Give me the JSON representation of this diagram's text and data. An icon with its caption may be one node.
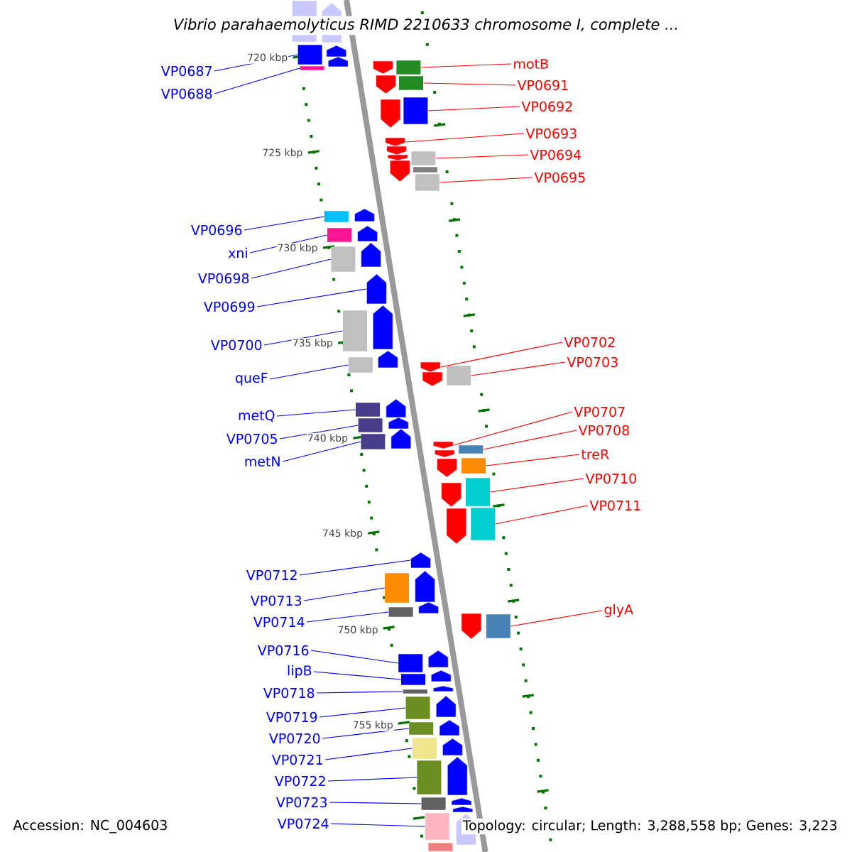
{
  "diagram": {
    "title": "Vibrio parahaemolyticus RIMD 2210633 chromosome I, complete ...",
    "nodes": [
      {
        "text": [
          "VP0687"
        ]
      },
      {
        "text": [
          "VP0688"
        ]
      },
      {
        "text": [
          "VP0696"
        ]
      },
      {
        "text": [
          "xni"
        ]
      },
      {
        "text": [
          "VP0698"
        ]
      },
      {
        "text": [
          "VP0699"
        ]
      },
      {
        "text": [
          "VP0700"
        ]
      },
      {
        "text": [
          "queF"
        ]
      },
      {
        "text": [
          "metQ"
        ]
      },
      {
        "text": [
          "VP0705"
        ]
      },
      {
        "text": [
          "metN"
        ]
      },
      {
        "text": [
          "VP0712"
        ]
      },
      {
        "text": [
          "VP0713"
        ]
      },
      {
        "text": [
          "VP0714"
        ]
      },
      {
        "text": [
          "VP0716"
        ]
      },
      {
        "text": [
          "lipB"
        ]
      },
      {
        "text": [
          "VP0718"
        ]
      },
      {
        "text": [
          "VP0719"
        ]
      },
      {
        "text": [
          "VP0720"
        ]
      },
      {
        "text": [
          "VP0721"
        ]
      },
      {
        "text": [
          "VP0722"
        ]
      },
      {
        "text": [
          "VP0723"
        ]
      },
      {
        "text": [
          "VP0724"
        ]
      },
      {
        "text": [
          "motB"
        ]
      },
      {
        "text": [
          "VP0691"
        ]
      },
      {
        "text": [
          "VP0692"
        ]
      },
      {
        "text": [
          "VP0693"
        ]
      },
      {
        "text": [
          "VP0694"
        ]
      },
      {
        "text": [
          "VP0695"
        ]
      },
      {
        "text": [
          "VP0702"
        ]
      },
      {
        "text": [
          "VP0703"
        ]
      },
      {
        "text": [
          "VP0707"
        ]
      },
      {
        "text": [
          "VP0708"
        ]
      },
      {
        "text": [
          "treR"
        ]
      },
      {
        "text": [
          "VP0710"
        ]
      },
      {
        "text": [
          "VP0711"
        ]
      },
      {
        "text": [
          "glyA"
        ]
      },
      {
        "text": [],
        "shape": "box"
      },
      {
        "text": [],
        "shape": "box"
      },
      {
        "text": [],
        "shape": "box"
      },
      {
        "text": [],
        "shape": "box"
      },
      {
        "text": [],
        "shape": "box"
      },
      {
        "text": [],
        "shape": "pentagon"
      },
      {
        "text": [],
        "shape": "box"
      },
      {
        "text": [],
        "shape": "box"
      },
      {
        "text": [],
        "shape": "box"
      },
      {
        "text": [],
        "shape": "box"
      },
      {
        "text": [],
        "shape": "box"
      },
      {
        "text": [],
        "shape": "pentagon"
      },
      {
        "text": [],
        "shape": "box"
      },
      {
        "text": [],
        "shape": "box"
      },
      {
        "text": [],
        "shape": "box"
      },
      {
        "text": [],
        "shape": "box"
      },
      {
        "text": [],
        "shape": "box"
      },
      {
        "text": [],
        "shape": "box"
      },
      {
        "text": [],
        "shape": "box"
      },
      {
        "text": [],
        "shape": "box"
      },
      {
        "text": [],
        "shape": "box"
      },
      {
        "text": [],
        "shape": "box"
      },
      {
        "text": [],
        "shape": "box"
      },
      {
        "text": [],
        "shape": "box"
      },
      {
        "text": [],
        "shape": "box"
      },
      {
        "text": [],
        "shape": "box"
      },
      {
        "text": [],
        "shape": "pentagon"
      },
      {
        "text": [],
        "shape": "box"
      },
      {
        "text": [],
        "shape": "box"
      },
      {
        "text": [],
        "shape": "pentagon"
      },
      {
        "text": [],
        "shape": "box"
      },
      {
        "text": [],
        "shape": "pentagon"
      },
      {
        "text": [],
        "shape": "box"
      },
      {
        "text": [],
        "shape": "box"
      },
      {
        "text": [],
        "shape": "box"
      },
      {
        "text": [],
        "shape": "box"
      },
      {
        "text": [],
        "shape": "box"
      },
      {
        "text": [],
        "shape": "box"
      },
      {
        "text": [],
        "shape": "pentagon"
      },
      {
        "text": [],
        "shape": "pentagon"
      },
      {
        "text": [],
        "shape": "pentagon"
      },
      {
        "text": [],
        "shape": "box"
      },
      {
        "text": [],
        "shape": "pentagon"
      },
      {
        "text": [],
        "shape": "pentagon"
      },
      {
        "text": [],
        "shape": "pentagon"
      },
      {
        "text": [],
        "shape": "pentagon"
      },
      {
        "text": [],
        "shape": "pentagon"
      },
      {
        "text": [],
        "shape": "pentagon"
      },
      {
        "text": [],
        "shape": "pentagon"
      },
      {
        "text": [],
        "shape": "pentagon"
      },
      {
        "text": [],
        "shape": "pentagon"
      },
      {
        "text": [],
        "shape": "pentagon"
      },
      {
        "text": [],
        "shape": "pentagon"
      },
      {
        "text": [],
        "shape": "pentagon"
      },
      {
        "text": [],
        "shape": "pentagon"
      },
      {
        "text": [],
        "shape": "pentagon"
      },
      {
        "text": [],
        "shape": "pentagon"
      },
      {
        "text": [],
        "shape": "pentagon"
      },
      {
        "text": [],
        "shape": "pentagon"
      },
      {
        "text": [],
        "shape": "pentagon"
      },
      {
        "text": [],
        "shape": "pentagon"
      },
      {
        "text": [],
        "shape": "pentagon"
      },
      {
        "text": [],
        "shape": "box"
      },
      {
        "text": [],
        "shape": "pentagon"
      },
      {
        "text": [],
        "shape": "pentagon"
      },
      {
        "text": [],
        "shape": "pentagon"
      },
      {
        "text": [],
        "shape": "pentagon"
      },
      {
        "text": [],
        "shape": "pentagon"
      },
      {
        "text": [],
        "shape": "pentagon"
      },
      {
        "text": [],
        "shape": "pentagon"
      },
      {
        "text": [],
        "shape": "pentagon"
      },
      {
        "text": [],
        "shape": "pentagon"
      },
      {
        "text": [],
        "shape": "pentagon"
      },
      {
        "text": [],
        "shape": "pentagon"
      },
      {
        "text": [],
        "shape": "pentagon"
      }
    ],
    "edges": [
      {
        "from": 0,
        "to": 37,
        "arrow": "none"
      },
      {
        "from": 1,
        "to": 38,
        "arrow": "none"
      },
      {
        "from": 2,
        "to": 39,
        "arrow": "none"
      },
      {
        "from": 3,
        "to": 40,
        "arrow": "none"
      },
      {
        "from": 4,
        "to": 41,
        "arrow": "none"
      },
      {
        "from": 5,
        "to": 42,
        "arrow": "none"
      },
      {
        "from": 6,
        "to": 43,
        "arrow": "none"
      },
      {
        "from": 7,
        "to": 44,
        "arrow": "none"
      },
      {
        "from": 8,
        "to": 45,
        "arrow": "none"
      },
      {
        "from": 9,
        "to": 46,
        "arrow": "none"
      },
      {
        "from": 10,
        "to": 47,
        "arrow": "none"
      },
      {
        "from": 11,
        "to": 48,
        "arrow": "none"
      },
      {
        "from": 12,
        "to": 49,
        "arrow": "none"
      },
      {
        "from": 13,
        "to": 50,
        "arrow": "none"
      },
      {
        "from": 14,
        "to": 51,
        "arrow": "none"
      },
      {
        "from": 15,
        "to": 52,
        "arrow": "none"
      },
      {
        "from": 16,
        "to": 53,
        "arrow": "none"
      },
      {
        "from": 17,
        "to": 54,
        "arrow": "none"
      },
      {
        "from": 18,
        "to": 55,
        "arrow": "none"
      },
      {
        "from": 19,
        "to": 56,
        "arrow": "none"
      },
      {
        "from": 20,
        "to": 57,
        "arrow": "none"
      },
      {
        "from": 21,
        "to": 58,
        "arrow": "none"
      },
      {
        "from": 22,
        "to": 59,
        "arrow": "none"
      },
      {
        "from": 23,
        "to": 60,
        "arrow": "none",
        "color": "#ff0000"
      },
      {
        "from": 24,
        "to": 61,
        "arrow": "none",
        "color": "#ff0000"
      },
      {
        "from": 25,
        "to": 62,
        "arrow": "none",
        "color": "#ff0000"
      },
      {
        "from": 26,
        "to": 63,
        "arrow": "none",
        "color": "#ff0000"
      },
      {
        "from": 27,
        "to": 64,
        "arrow": "none",
        "color": "#ff0000"
      },
      {
        "from": 28,
        "to": 65,
        "arrow": "none",
        "color": "#ff0000"
      },
      {
        "from": 29,
        "to": 66,
        "arrow": "none",
        "color": "#ff0000"
      },
      {
        "from": 30,
        "to": 67,
        "arrow": "none",
        "color": "#ff0000"
      },
      {
        "from": 31,
        "to": 68,
        "arrow": "none",
        "color": "#ff0000"
      },
      {
        "from": 32,
        "to": 69,
        "arrow": "none",
        "color": "#ff0000"
      },
      {
        "from": 33,
        "to": 70,
        "arrow": "none",
        "color": "#ff0000"
      },
      {
        "from": 34,
        "to": 71,
        "arrow": "none",
        "color": "#ff0000"
      },
      {
        "from": 35,
        "to": 72,
        "arrow": "none",
        "color": "#ff0000"
      },
      {
        "from": 36,
        "to": 73,
        "arrow": "none",
        "color": "#ff0000"
      }
    ],
    "labels": [
      "720 kbp",
      "725 kbp",
      "730 kbp",
      "735 kbp",
      "740 kbp",
      "745 kbp",
      "750 kbp",
      "755 kbp",
      "Accession: NC_004603",
      "Topology: circular; Length: 3,288,558 bp; Genes: 3,223"
    ]
  }
}
